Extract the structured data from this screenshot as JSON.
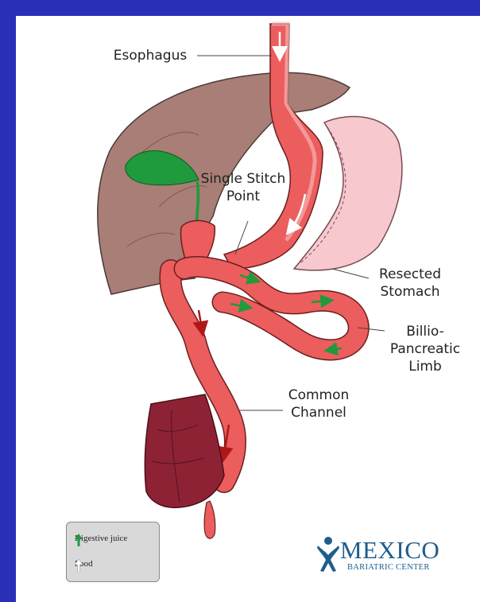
{
  "labels": {
    "esophagus": "Esophagus",
    "single_stitch": "Single Stitch\nPoint",
    "resected_stomach": "Resected\nStomach",
    "billio_limb": "Billio-\nPancreatic\nLimb",
    "common_channel": "Common\nChannel"
  },
  "legend": {
    "digestive_juice": "Digestive juice",
    "food": "Food"
  },
  "logo": {
    "word": "MEXICO",
    "sub": "BARIATRIC CENTER"
  },
  "colors": {
    "frame": "#2a2fb8",
    "liver": "#a87e76",
    "intestine": "#ec5d5d",
    "gallbladder": "#1f9a3c",
    "resected_stomach": "#f7c9cf",
    "colon": "#8e2235",
    "logo": "#1e5d8c"
  },
  "icons": [
    "up-arrow-green-icon",
    "up-arrow-white-icon",
    "logo-figure-icon"
  ]
}
